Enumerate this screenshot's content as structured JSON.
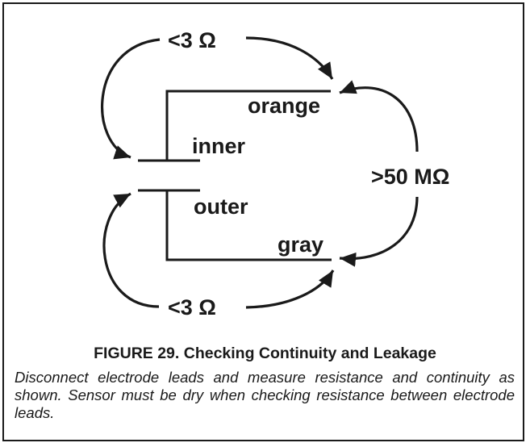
{
  "diagram": {
    "labels": {
      "top_resistance": "<3 Ω",
      "bottom_resistance": "<3 Ω",
      "leakage_resistance": ">50 MΩ",
      "orange": "orange",
      "inner": "inner",
      "outer": "outer",
      "gray": "gray"
    },
    "colors": {
      "ink": "#1a1a1a",
      "background": "#ffffff"
    }
  },
  "caption": {
    "title": "FIGURE 29. Checking Continuity and Leakage",
    "body": "Disconnect electrode leads and measure resistance and continuity as shown. Sensor must be dry when checking resistance between electrode leads."
  }
}
